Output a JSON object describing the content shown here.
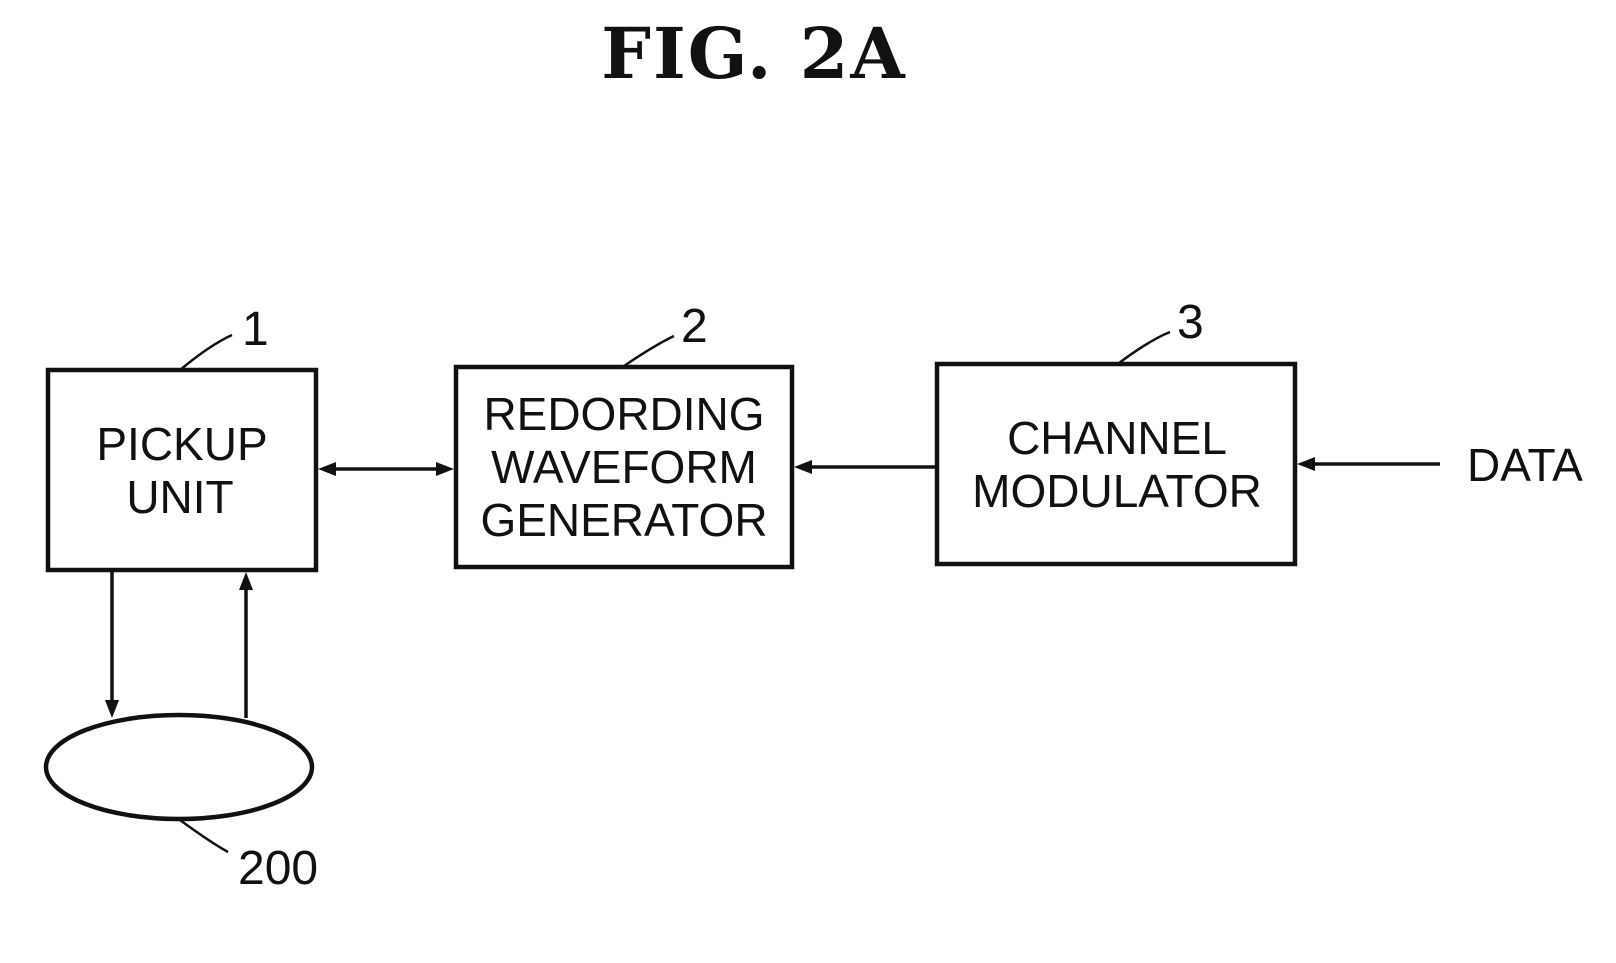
{
  "figure": {
    "title": "FIG. 2A"
  },
  "blocks": {
    "pickup": {
      "ref": "1",
      "line1": "PICKUP",
      "line2": "UNIT"
    },
    "waveform": {
      "ref": "2",
      "line1": "REDORDING",
      "line2": "WAVEFORM",
      "line3": "GENERATOR"
    },
    "modulator": {
      "ref": "3",
      "line1": "CHANNEL",
      "line2": "MODULATOR"
    }
  },
  "disc": {
    "ref": "200"
  },
  "input": {
    "label": "DATA"
  }
}
